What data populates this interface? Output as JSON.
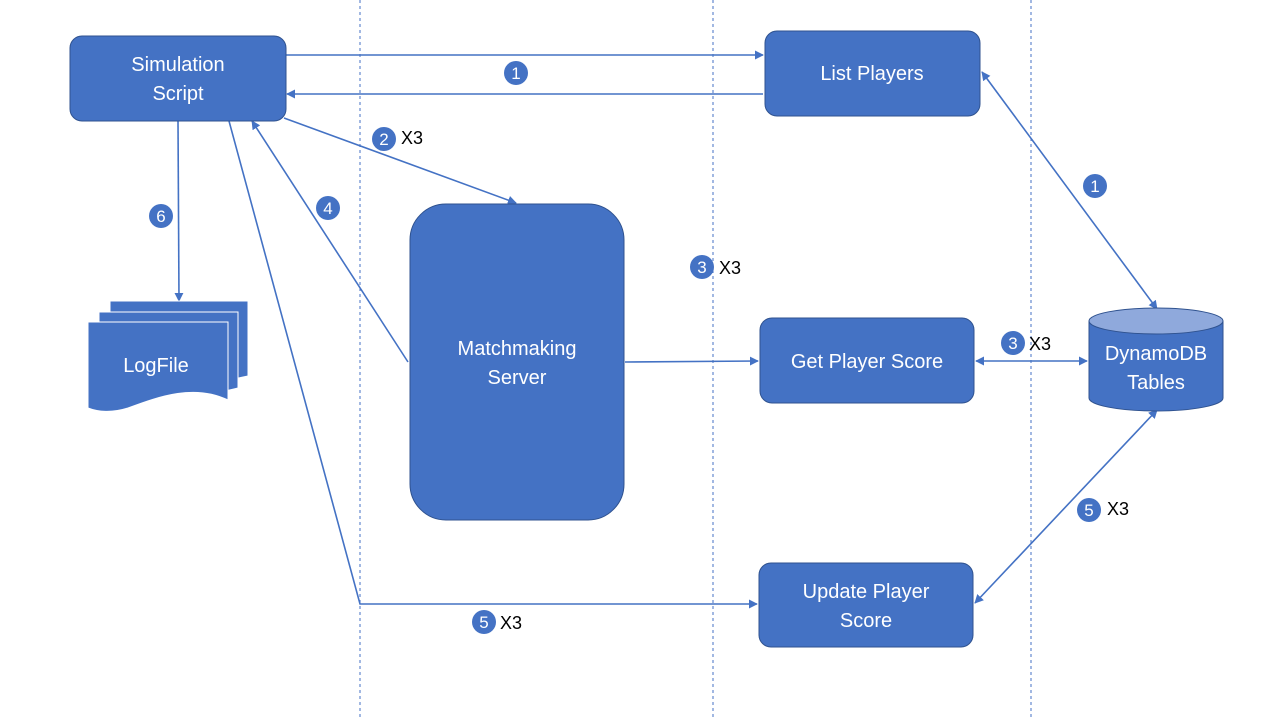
{
  "colors": {
    "node_fill": "#4472c4",
    "node_stroke": "#2f528f",
    "edge": "#4472c4",
    "badge_fill": "#4472c4"
  },
  "nodes": {
    "simulation_script": {
      "line1": "Simulation",
      "line2": "Script"
    },
    "list_players": {
      "label": "List Players"
    },
    "matchmaking_server": {
      "line1": "Matchmaking",
      "line2": "Server"
    },
    "get_player_score": {
      "label": "Get Player Score"
    },
    "update_player_score": {
      "line1": "Update Player",
      "line2": "Score"
    },
    "dynamodb_tables": {
      "line1": "DynamoDB",
      "line2": "Tables"
    },
    "logfile": {
      "label": "LogFile"
    }
  },
  "steps": {
    "s1a": {
      "num": "1"
    },
    "s1b": {
      "num": "1"
    },
    "s2": {
      "num": "2",
      "mult": "X3"
    },
    "s3a": {
      "num": "3",
      "mult": "X3"
    },
    "s3b": {
      "num": "3",
      "mult": "X3"
    },
    "s4": {
      "num": "4"
    },
    "s5a": {
      "num": "5",
      "mult": "X3"
    },
    "s5b": {
      "num": "5",
      "mult": "X3"
    },
    "s6": {
      "num": "6"
    }
  }
}
